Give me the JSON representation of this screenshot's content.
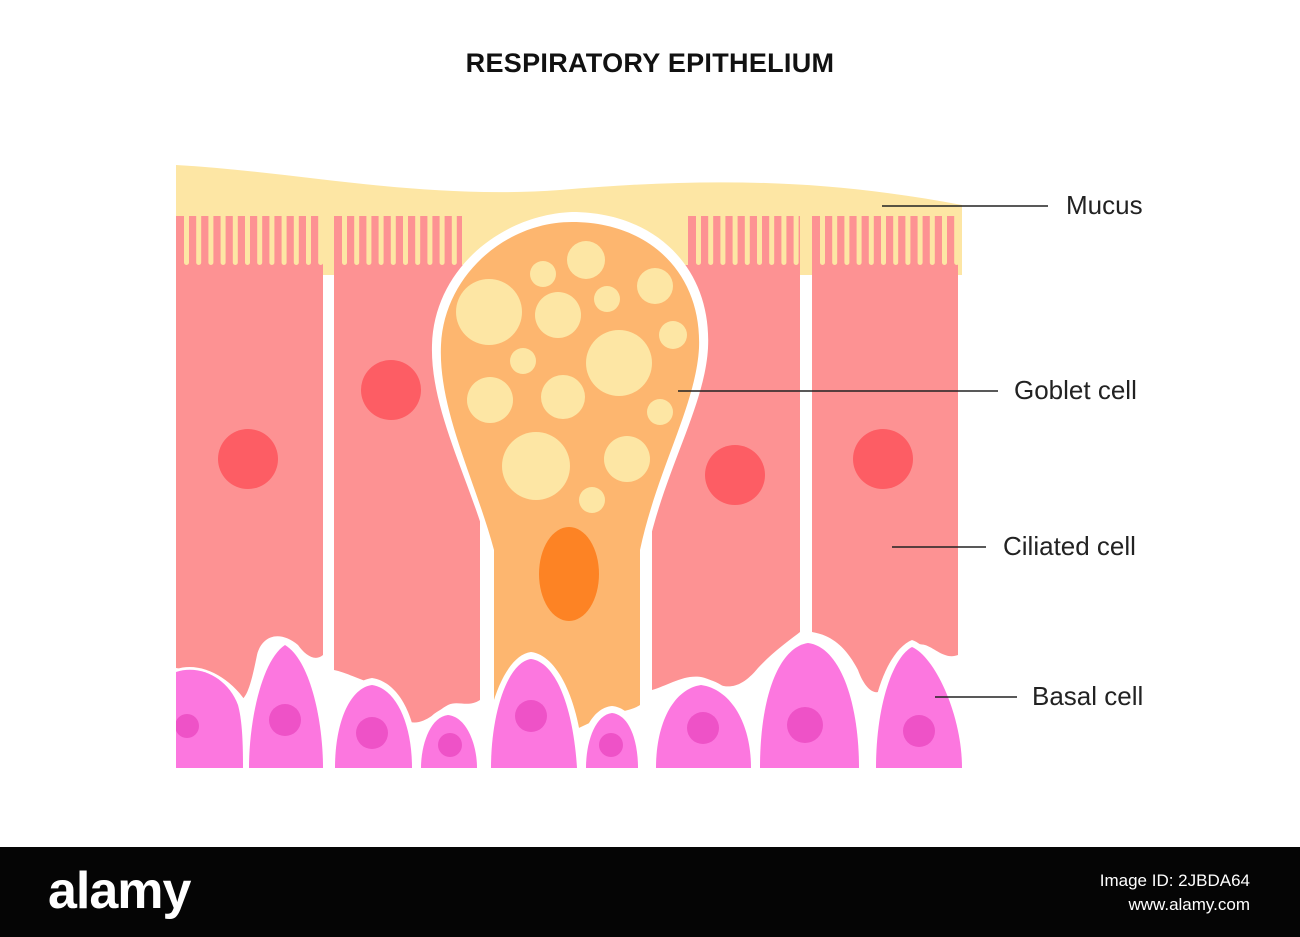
{
  "title": "RESPIRATORY EPITHELIUM",
  "labels": {
    "mucus": "Mucus",
    "goblet": "Goblet cell",
    "ciliated": "Ciliated cell",
    "basal": "Basal cell"
  },
  "colors": {
    "mucus": "#fde6a4",
    "ciliated": "#fd9293",
    "nucleus": "#fd5d64",
    "goblet": "#fdb66f",
    "vesicle": "#fde6a4",
    "goblet_nucleus": "#fd8324",
    "basal": "#fc77df",
    "basal_nucleus": "#ee52c7"
  },
  "footer": {
    "logo": "alamy",
    "image_id": "Image ID: 2JBDA64",
    "site": "www.alamy.com"
  }
}
